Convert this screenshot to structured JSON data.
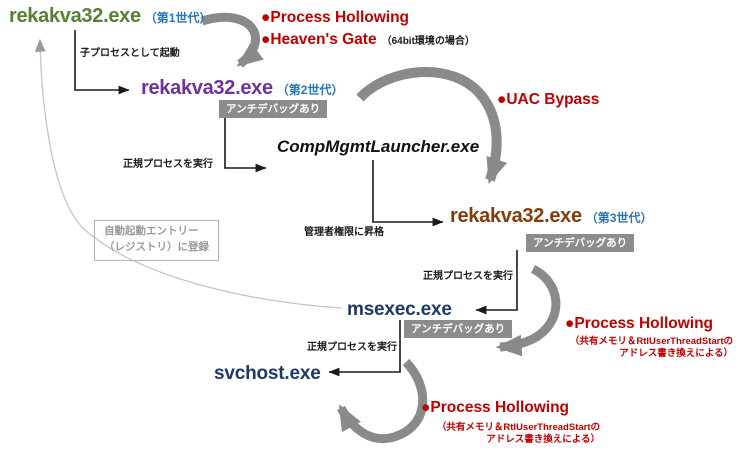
{
  "title": "rekakva32 process flow diagram",
  "nodes": {
    "gen1": {
      "name": "rekakva32.exe",
      "label": "（第1世代）"
    },
    "gen2": {
      "name": "rekakva32.exe",
      "label": "（第2世代）",
      "badge": "アンチデバッグあり"
    },
    "launcher": {
      "name": "CompMgmtLauncher.exe"
    },
    "gen3": {
      "name": "rekakva32.exe",
      "label": "（第3世代）",
      "badge": "アンチデバッグあり"
    },
    "msexec": {
      "name": "msexec.exe",
      "badge": "アンチデバッグあり"
    },
    "svchost": {
      "name": "svchost.exe"
    }
  },
  "edge_labels": {
    "spawn_child": "子プロセスとして起動",
    "run_legit_1": "正規プロセスを実行",
    "elevate": "管理者権限に昇格",
    "run_legit_2": "正規プロセスを実行",
    "run_legit_3": "正規プロセスを実行"
  },
  "annotations": {
    "process_hollowing_top": "●Process Hollowing",
    "heavens_gate": "●Heaven's Gate",
    "heavens_gate_note": "（64bit環境の場合）",
    "uac_bypass": "●UAC Bypass",
    "process_hollowing_mid": "●Process Hollowing",
    "process_hollowing_mid_note1": "（共有メモリ＆RtlUserThreadStartの",
    "process_hollowing_mid_note2": "アドレス書き換えによる）",
    "process_hollowing_bottom": "●Process Hollowing",
    "process_hollowing_bottom_note1": "（共有メモリ＆RtlUserThreadStartの",
    "process_hollowing_bottom_note2": "アドレス書き換えによる）"
  },
  "registry_box": {
    "line1": "自動起動エントリー",
    "line2": "（レジストリ）に登録"
  },
  "colors": {
    "gen1_green": "#538135",
    "gen2_purple": "#7030a0",
    "gen3_brown": "#843c0c",
    "system_navy": "#1f3864",
    "gen_label_blue": "#2e75b6",
    "annotation_red": "#c00000",
    "badge_bg": "#8c8c8c",
    "arrow_gray": "#8a8a8a",
    "thin_curve_gray": "#c4c4c4",
    "connector_black": "#1a1a1a"
  }
}
